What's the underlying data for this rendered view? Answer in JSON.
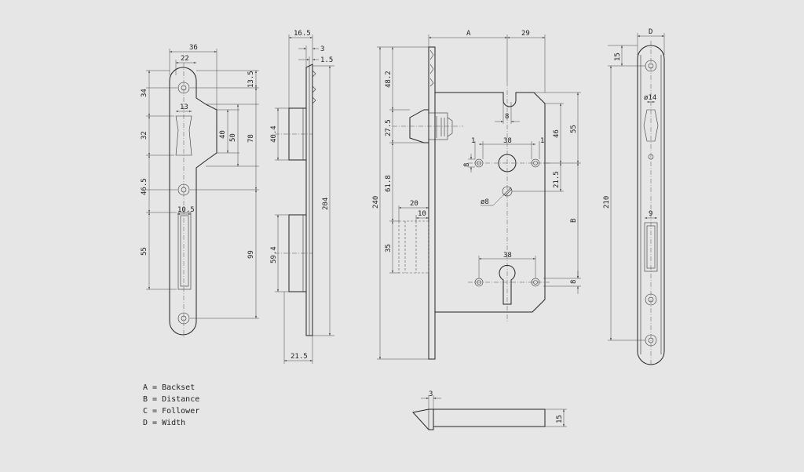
{
  "page": {
    "background": "#e6e6e6",
    "line_color": "#222222"
  },
  "views": {
    "front_plate": {
      "dims": {
        "w36": "36",
        "w22": "22",
        "d34": "34",
        "d13_5": "13.5",
        "d13": "13",
        "d32": "32",
        "d40": "40",
        "d50": "50",
        "d78": "78",
        "d46_5": "46.5",
        "d10_5": "10.5",
        "d55": "55",
        "d99": "99"
      }
    },
    "side_section": {
      "dims": {
        "d16_5": "16.5",
        "d3": "3",
        "d1_5": "1.5",
        "d40_4": "40.4",
        "d204": "204",
        "d59_4": "59.4",
        "d21_5": "21.5"
      }
    },
    "lock_body": {
      "dims": {
        "a": "A",
        "d29": "29",
        "d48_2": "48.2",
        "d27_5": "27.5",
        "d8_top": "8",
        "d46": "46",
        "d55": "55",
        "d1_left": "1",
        "d38_top": "38",
        "d1_right": "1",
        "d8_left": "8",
        "d21_5": "21.5",
        "d240": "240",
        "d61_8": "61.8",
        "dia8": "ø8",
        "d20": "20",
        "d10": "10",
        "b": "B",
        "d35": "35",
        "d38_bottom": "38",
        "d8_bottom": "8"
      }
    },
    "strike_plate": {
      "dims": {
        "d": "D",
        "d15": "15",
        "dia14": "ø14",
        "d210": "210",
        "d9": "9"
      }
    },
    "latch_bolt": {
      "dims": {
        "d3": "3",
        "d15": "15"
      }
    }
  },
  "legend": [
    "A = Backset",
    "B = Distance",
    "C = Follower",
    "D = Width"
  ]
}
